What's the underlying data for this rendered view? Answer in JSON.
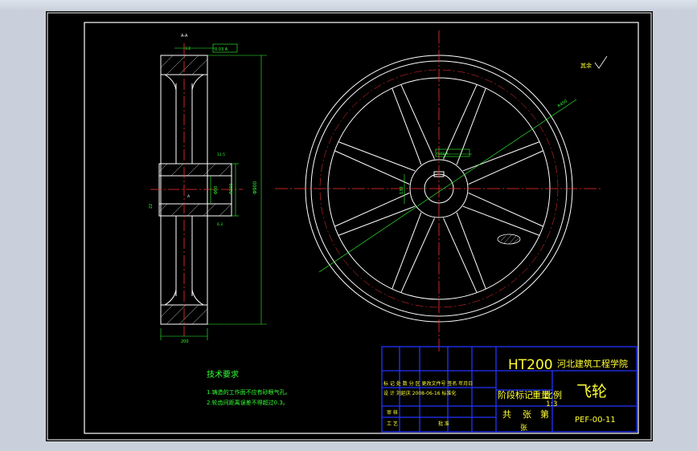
{
  "colors": {
    "background": "#000000",
    "outline": "#ffffff",
    "center_line": "#ff3030",
    "dimension": "#33ff33",
    "title_frame": "#2233ff",
    "title_text": "#ffff33",
    "notes_text": "#33ff33"
  },
  "drawing": {
    "section_label": "A-A",
    "dim_total_width": "200",
    "dim_hub_width": "130",
    "dim_bore": "Φ80",
    "dim_outer_diameter": "Φ900",
    "dim_hub_diameter": "Φ160",
    "dim_radius": "R450",
    "roughness_a": "3.2",
    "roughness_b": "12.5",
    "roughness_c": "6.3",
    "tolerance_box": "0.03 A",
    "datum_mark": "A",
    "keyway_dim": "22",
    "surface_note": "其余"
  },
  "technical_requirements": {
    "title": "技术要求",
    "items": [
      "1.铸造的工作面不应有砂眼气孔。",
      "2.轮齿间距离误差不得超过0.3。"
    ]
  },
  "title_block": {
    "material": "HT200",
    "school": "河北建筑工程学院",
    "part_name": "飞轮",
    "drawing_number": "PEF-00-11",
    "scale_label": "阶段标记",
    "weight_label": "重量",
    "ratio_label": "比例",
    "scale_value": "1:3",
    "sheet_total_label": "共",
    "sheet_unit_label": "张",
    "sheet_no_label": "第",
    "sheet_label": "张",
    "header_row": "标 记 处 数  分 区 更改文件号 签名 年月日",
    "design_row": "设 计 刘延庆  2008-06-16 标准化",
    "review_label": "审 核",
    "process_label": "工 艺",
    "approve_label": "批 准"
  }
}
